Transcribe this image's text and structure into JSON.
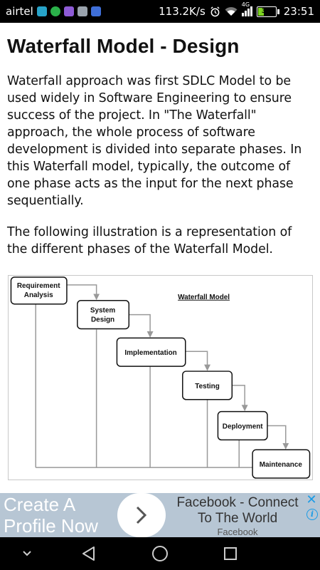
{
  "status_bar": {
    "carrier": "airtel",
    "network_speed": "113.2K/s",
    "network_type": "4G",
    "battery_level": "33",
    "time": "23:51",
    "notification_icons": [
      "message-icon",
      "whatsapp-icon",
      "gallery-icon",
      "files-icon",
      "google-icon"
    ]
  },
  "article": {
    "title": "Waterfall Model - Design",
    "paragraph1": "Waterfall approach was first SDLC Model to be used widely in Software Engineering to ensure success of the project. In \"The Waterfall\" approach, the whole process of software development is divided into separate phases. In this Waterfall model, typically, the outcome of one phase acts as the input for the next phase sequentially.",
    "paragraph2": "The following illustration is a representation of the different phases of the Waterfall Model."
  },
  "diagram": {
    "title": "Waterfall Model",
    "phases": {
      "requirement_line1": "Requirement",
      "requirement_line2": "Analysis",
      "system_design_line1": "System",
      "system_design_line2": "Design",
      "implementation": "Implementation",
      "testing": "Testing",
      "deployment": "Deployment",
      "maintenance": "Maintenance"
    }
  },
  "ad": {
    "headline_line1": "Create A",
    "headline_line2": "Profile Now",
    "title": "Facebook - Connect To The World",
    "source": "Facebook",
    "close_icon": "close-icon",
    "info_icon": "info-icon",
    "background_color": "#b7c6d4"
  },
  "nav_bar": {
    "buttons": [
      "collapse-icon",
      "back-icon",
      "home-icon",
      "recents-icon"
    ]
  }
}
